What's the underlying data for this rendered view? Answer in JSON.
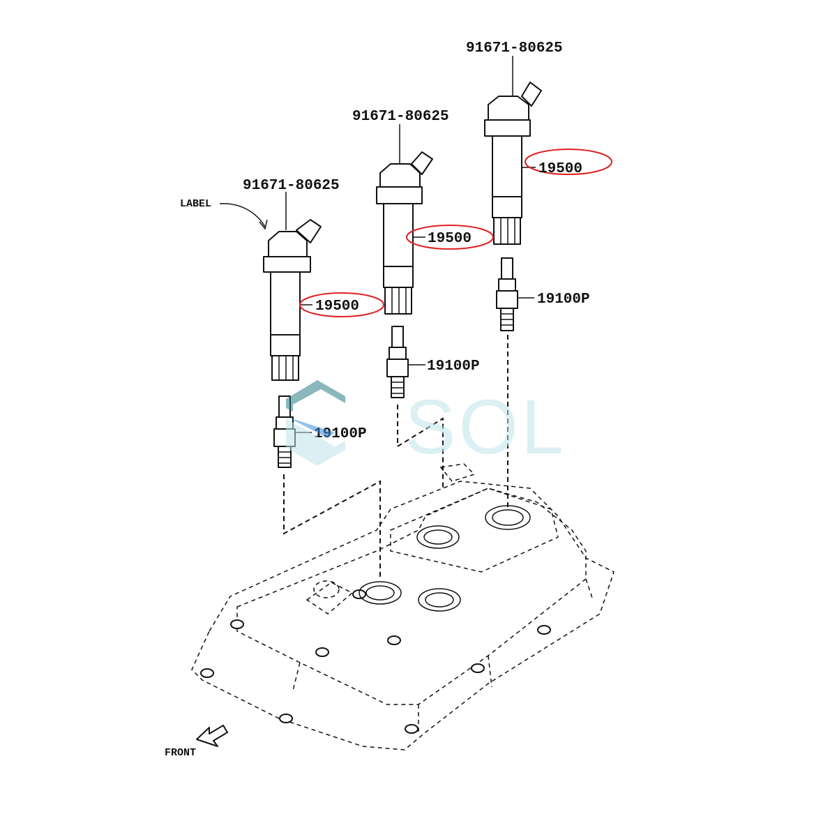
{
  "labels": {
    "bolt_1": "91671-80625",
    "bolt_2": "91671-80625",
    "bolt_3": "91671-80625",
    "coil_1": "19500",
    "coil_2": "19500",
    "coil_3": "19500",
    "plug_1": "19100P",
    "plug_2": "19100P",
    "plug_3": "19100P",
    "label_note": "LABEL",
    "front": "FRONT"
  },
  "watermark": {
    "text": "SOL"
  },
  "colors": {
    "highlight": "#e02020",
    "watermark": "#bfe4ea",
    "watermark_logo_dark": "#2a7d86",
    "watermark_logo_blue": "#3a8fd8",
    "line": "#111111"
  }
}
